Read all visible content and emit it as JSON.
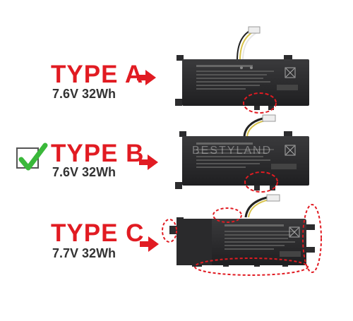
{
  "types": [
    {
      "label": "TYPE A",
      "voltage": "7.6V",
      "capacity": "32Wh",
      "selected": false
    },
    {
      "label": "TYPE B",
      "voltage": "7.6V",
      "capacity": "32Wh",
      "selected": true
    },
    {
      "label": "TYPE C",
      "voltage": "7.7V",
      "capacity": "32Wh",
      "selected": false
    }
  ],
  "watermark": "BESTYLAND",
  "colors": {
    "accent_red": "#e11b22",
    "check_green": "#3ab83a",
    "battery_dark": "#2c2c2e"
  }
}
